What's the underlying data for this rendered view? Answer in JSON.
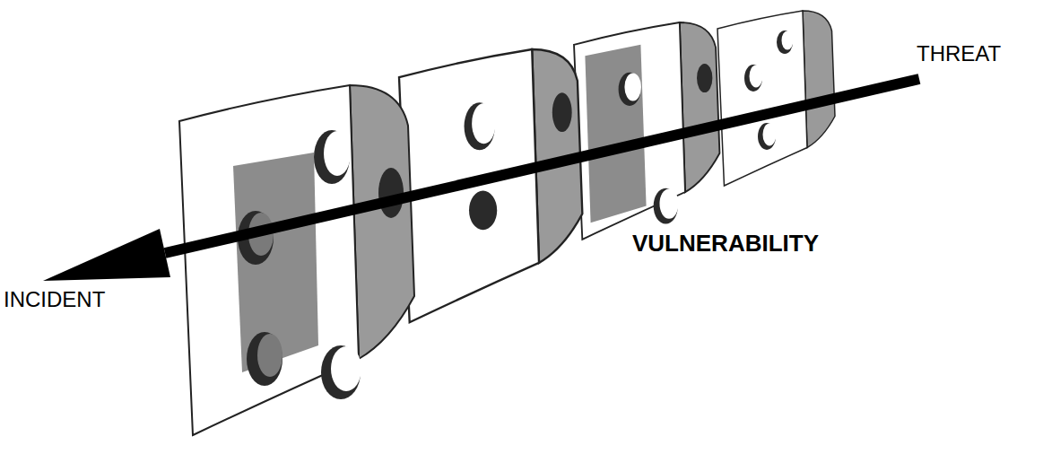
{
  "diagram": {
    "labels": [
      "THREAT",
      "VULNERABILITY",
      "INCIDENT"
    ]
  }
}
